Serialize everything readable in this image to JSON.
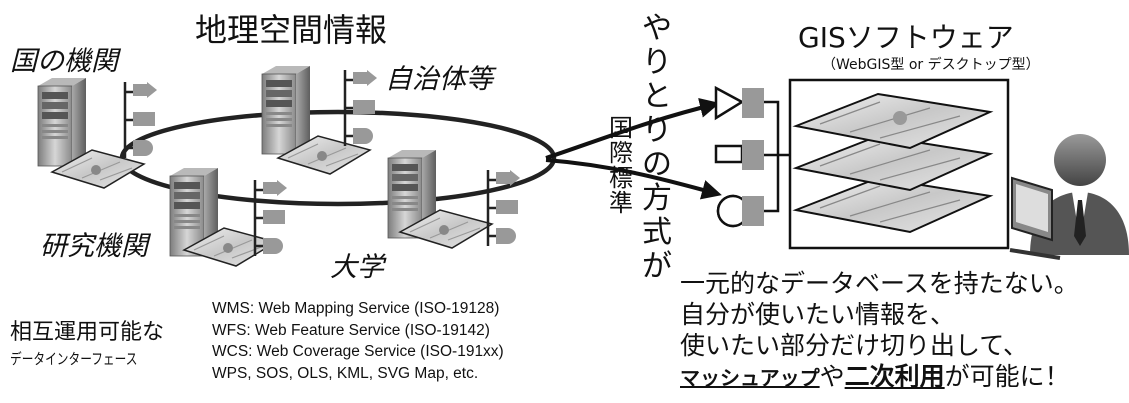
{
  "title": "地理空間情報",
  "orgs": {
    "national": "国の機関",
    "local": "自治体等",
    "research": "研究機関",
    "university": "大学"
  },
  "interop": {
    "line1": "相互運用可能な",
    "line2": "データインターフェース"
  },
  "protocols": [
    "WMS: Web Mapping Service (ISO-19128)",
    "WFS: Web Feature Service (ISO-19142)",
    "WCS: Web Coverage Service (ISO-191xx)",
    "WPS, SOS, OLS, KML, SVG Map, etc."
  ],
  "exchange_vertical": [
    "や",
    "り",
    "と",
    "り",
    "の",
    "方",
    "式",
    "が"
  ],
  "standard_vertical": [
    "国",
    "際",
    "標",
    "準"
  ],
  "gis": {
    "title": "GISソフトウェア",
    "subtitle": "（WebGIS型 or デスクトップ型）"
  },
  "summary": {
    "line1": "一元的なデータベースを持たない。",
    "line2": "自分が使いたい情報を、",
    "line3": "使いたい部分だけ切り出して、",
    "mashup": "マッシュアップ",
    "ya": "や",
    "reuse": "二次利用",
    "tail": "が可能に！"
  }
}
